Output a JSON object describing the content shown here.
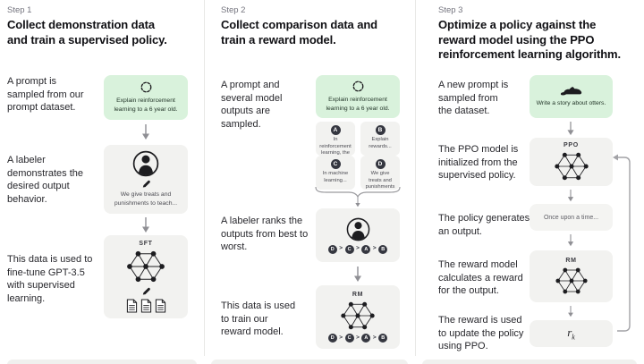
{
  "colors": {
    "green_box_bg": "#d9f2dc",
    "gray_box_bg": "#f2f2f0",
    "light_box_bg": "#f4f4f2",
    "dark_circle": "#353740",
    "text_primary": "#202123",
    "text_muted": "#74747e"
  },
  "step1": {
    "label": "Step 1",
    "heading": "Collect demonstration data and train a supervised policy.",
    "captions": {
      "prompt": "A prompt is sampled from our prompt dataset.",
      "labeler": "A labeler demonstrates the desired output behavior.",
      "finetune": "This data is used to fine-tune GPT-3.5 with supervised learning."
    },
    "prompt_box": {
      "icon": "cycle-icon",
      "text": "Explain reinforcement learning to a 6 year old."
    },
    "labeler_box": {
      "icon": "person-icon",
      "text": "We give treats and punishments to teach..."
    },
    "sft_box": {
      "title": "SFT",
      "icon": "neural-net-icon"
    }
  },
  "step2": {
    "label": "Step 2",
    "heading": "Collect comparison data and train a reward model.",
    "captions": {
      "sampled": "A prompt and several model outputs are sampled.",
      "rank": "A labeler ranks the outputs from best to worst.",
      "train": "This data is used to train our reward model."
    },
    "prompt_box": {
      "icon": "cycle-icon",
      "text": "Explain reinforcement learning to a 6 year old."
    },
    "outputs": [
      {
        "label": "A",
        "text": "In reinforcement learning, the agent is..."
      },
      {
        "label": "B",
        "text": "Explain rewards..."
      },
      {
        "label": "C",
        "text": "In machine learning..."
      },
      {
        "label": "D",
        "text": "We give treats and punishments to teach..."
      }
    ],
    "ranking": [
      "D",
      "C",
      "A",
      "B"
    ],
    "rank_separator": ">",
    "rm_box": {
      "title": "RM",
      "icon": "neural-net-icon"
    }
  },
  "step3": {
    "label": "Step 3",
    "heading": "Optimize a policy against the reward model using the PPO reinforcement learning algorithm.",
    "captions": {
      "prompt": "A new prompt is sampled from the dataset.",
      "init": "The PPO model is initialized from the supervised policy.",
      "generate": "The policy generates an output.",
      "reward": "The reward model calculates a reward for the output.",
      "update": "The reward is used to update the policy using PPO."
    },
    "prompt_box": {
      "icon": "otter-icon",
      "text": "Write a story about otters."
    },
    "ppo_box": {
      "title": "PPO",
      "icon": "neural-net-icon"
    },
    "output_box": {
      "text": "Once upon a time..."
    },
    "rm_box": {
      "title": "RM",
      "icon": "neural-net-icon"
    },
    "reward_box": {
      "base": "r",
      "subscript": "k"
    }
  }
}
